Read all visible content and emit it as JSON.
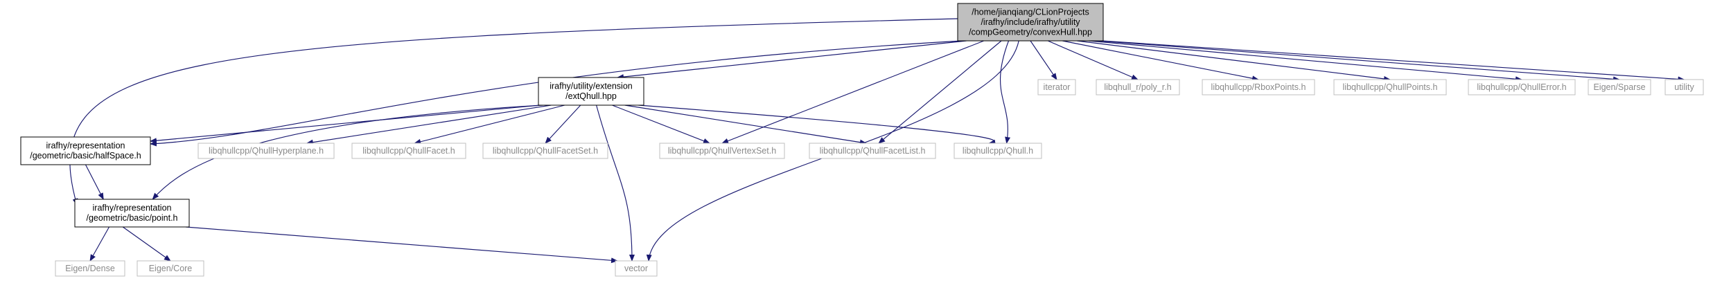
{
  "graph": {
    "title": "",
    "colors": {
      "edge": "#191970",
      "root_fill": "#bfbfbf",
      "internal_border": "#000000",
      "external_border": "#bfbfbf",
      "external_text": "#8a8a8a"
    },
    "nodes": [
      {
        "id": "root",
        "label": [
          "/home/jianqiang/CLionProjects",
          "/irafhy/include/irafhy/utility",
          "/compGeometry/convexHull.hpp"
        ],
        "kind": "root"
      },
      {
        "id": "exthull",
        "label": [
          "irafhy/utility/extension",
          "/extQhull.hpp"
        ],
        "kind": "internal"
      },
      {
        "id": "halfspace",
        "label": [
          "irafhy/representation",
          "/geometric/basic/halfSpace.h"
        ],
        "kind": "internal"
      },
      {
        "id": "point",
        "label": [
          "irafhy/representation",
          "/geometric/basic/point.h"
        ],
        "kind": "internal"
      },
      {
        "id": "iterator",
        "label": [
          "iterator"
        ],
        "kind": "external"
      },
      {
        "id": "polyr",
        "label": [
          "libqhull_r/poly_r.h"
        ],
        "kind": "external"
      },
      {
        "id": "rbox",
        "label": [
          "libqhullcpp/RboxPoints.h"
        ],
        "kind": "external"
      },
      {
        "id": "qpoints",
        "label": [
          "libqhullcpp/QhullPoints.h"
        ],
        "kind": "external"
      },
      {
        "id": "qerror",
        "label": [
          "libqhullcpp/QhullError.h"
        ],
        "kind": "external"
      },
      {
        "id": "sparse",
        "label": [
          "Eigen/Sparse"
        ],
        "kind": "external"
      },
      {
        "id": "utility",
        "label": [
          "utility"
        ],
        "kind": "external"
      },
      {
        "id": "hyper",
        "label": [
          "libqhullcpp/QhullHyperplane.h"
        ],
        "kind": "external"
      },
      {
        "id": "facet",
        "label": [
          "libqhullcpp/QhullFacet.h"
        ],
        "kind": "external"
      },
      {
        "id": "facetset",
        "label": [
          "libqhullcpp/QhullFacetSet.h"
        ],
        "kind": "external"
      },
      {
        "id": "vertexset",
        "label": [
          "libqhullcpp/QhullVertexSet.h"
        ],
        "kind": "external"
      },
      {
        "id": "facetlist",
        "label": [
          "libqhullcpp/QhullFacetList.h"
        ],
        "kind": "external"
      },
      {
        "id": "qhull",
        "label": [
          "libqhullcpp/Qhull.h"
        ],
        "kind": "external"
      },
      {
        "id": "dense",
        "label": [
          "Eigen/Dense"
        ],
        "kind": "external"
      },
      {
        "id": "core",
        "label": [
          "Eigen/Core"
        ],
        "kind": "external"
      },
      {
        "id": "vector",
        "label": [
          "vector"
        ],
        "kind": "external"
      }
    ],
    "edges": [
      {
        "from": "root",
        "to": "exthull"
      },
      {
        "from": "root",
        "to": "halfspace"
      },
      {
        "from": "root",
        "to": "point"
      },
      {
        "from": "root",
        "to": "vertexset"
      },
      {
        "from": "root",
        "to": "facetlist"
      },
      {
        "from": "root",
        "to": "qhull"
      },
      {
        "from": "root",
        "to": "vector"
      },
      {
        "from": "root",
        "to": "iterator"
      },
      {
        "from": "root",
        "to": "polyr"
      },
      {
        "from": "root",
        "to": "rbox"
      },
      {
        "from": "root",
        "to": "qpoints"
      },
      {
        "from": "root",
        "to": "qerror"
      },
      {
        "from": "root",
        "to": "sparse"
      },
      {
        "from": "root",
        "to": "utility"
      },
      {
        "from": "exthull",
        "to": "halfspace"
      },
      {
        "from": "exthull",
        "to": "point"
      },
      {
        "from": "exthull",
        "to": "hyper"
      },
      {
        "from": "exthull",
        "to": "facet"
      },
      {
        "from": "exthull",
        "to": "facetset"
      },
      {
        "from": "exthull",
        "to": "vertexset"
      },
      {
        "from": "exthull",
        "to": "facetlist"
      },
      {
        "from": "exthull",
        "to": "qhull"
      },
      {
        "from": "exthull",
        "to": "vector"
      },
      {
        "from": "halfspace",
        "to": "point"
      },
      {
        "from": "point",
        "to": "dense"
      },
      {
        "from": "point",
        "to": "core"
      },
      {
        "from": "point",
        "to": "vector"
      }
    ]
  }
}
